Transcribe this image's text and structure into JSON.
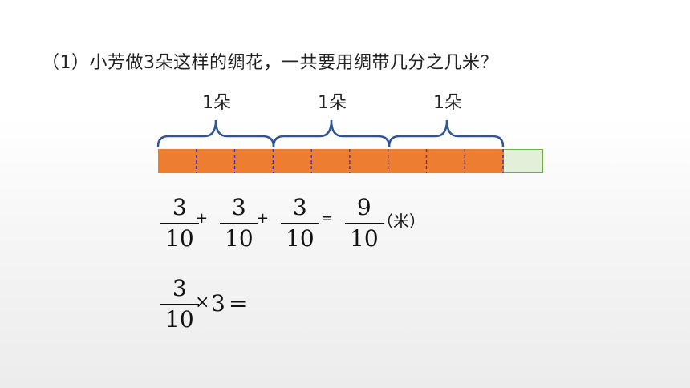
{
  "question": "（1）小芳做3朵这样的绸花，一共要用绸带几分之几米？",
  "brace_labels": [
    "1朵",
    "1朵",
    "1朵"
  ],
  "bar": {
    "segments_total": 10,
    "segments_filled": 9,
    "fill_color": "#ED7D31",
    "empty_color": "#E2F0D9",
    "brace_color": "#2F5597",
    "divider_color": "#3333CC"
  },
  "equation1": {
    "terms": [
      {
        "num": "3",
        "den": "10"
      },
      {
        "num": "3",
        "den": "10"
      },
      {
        "num": "3",
        "den": "10"
      }
    ],
    "plus": "+",
    "equals": "=",
    "result": {
      "num": "9",
      "den": "10"
    },
    "unit": "（米）"
  },
  "equation2": {
    "term": {
      "num": "3",
      "den": "10"
    },
    "times": "×",
    "multiplier": "3",
    "equals": "="
  }
}
